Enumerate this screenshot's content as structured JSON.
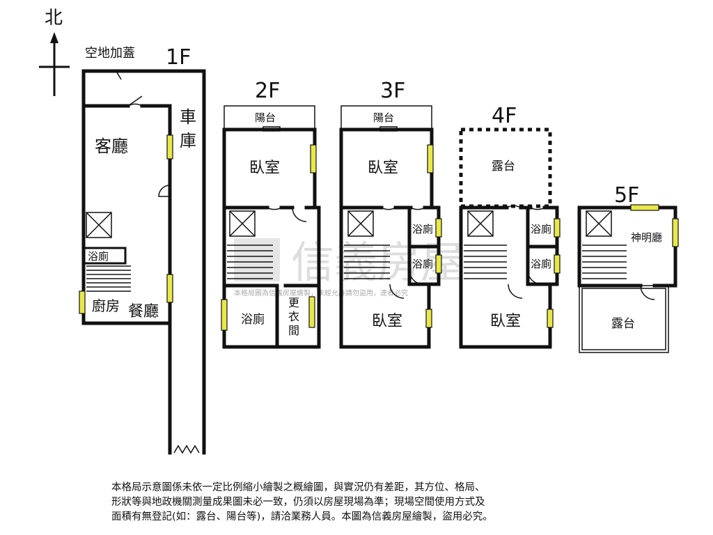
{
  "compass": {
    "north": "北"
  },
  "floors": {
    "f1": {
      "label": "1F",
      "rooms": {
        "yard": "空地加蓋",
        "living": "客廳",
        "garage": "車庫",
        "bath": "浴廁",
        "kitchen": "廚房",
        "dining": "餐廳"
      }
    },
    "f2": {
      "label": "2F",
      "rooms": {
        "balcony": "陽台",
        "bedroom": "臥室",
        "bath": "浴廁",
        "closet": "更衣間"
      }
    },
    "f3": {
      "label": "3F",
      "rooms": {
        "balcony": "陽台",
        "bedroom1": "臥室",
        "bath1": "浴廁",
        "bath2": "浴廁",
        "bedroom2": "臥室"
      }
    },
    "f4": {
      "label": "4F",
      "rooms": {
        "terrace": "露台",
        "bath1": "浴廁",
        "bath2": "浴廁",
        "bedroom": "臥室"
      }
    },
    "f5": {
      "label": "5F",
      "rooms": {
        "shrine": "神明廳",
        "terrace": "露台"
      }
    }
  },
  "watermark": {
    "brand": "信義房屋",
    "small": "本格局圖為信義房屋繪製，未經允許請勿盜用，違者必究"
  },
  "disclaimer": {
    "line1": "本格局示意圖係未依一定比例縮小繪製之概繪圖，與實況仍有差距，其方位、格局、",
    "line2": "形狀等與地政機關測量成果圖未必一致，仍須以房屋現場為準；現場空間使用方式及",
    "line3": "面積有無登記(如：露台、陽台等)，請洽業務人員。本圖為信義房屋繪製，盜用必究。"
  }
}
